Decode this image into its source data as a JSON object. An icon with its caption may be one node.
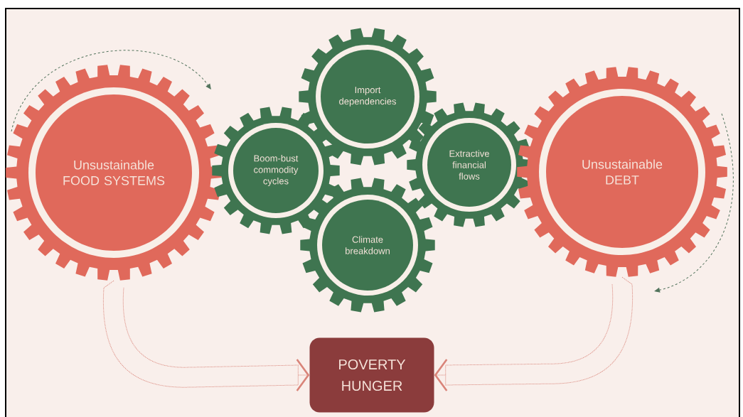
{
  "diagram": {
    "nodes": [
      {
        "text": [
          "Unsustainable FOOD SYSTEMS"
        ]
      },
      {
        "text": [
          "Boom-bust commodity cycles"
        ]
      },
      {
        "text": [
          "Import dependencies"
        ]
      },
      {
        "text": [
          "Climate breakdown"
        ]
      },
      {
        "text": [
          "Extractive financial flows"
        ]
      },
      {
        "text": [
          "Unsustainable DEBT"
        ]
      },
      {
        "text": [
          "POVERTY HUNGER"
        ]
      }
    ],
    "edges": [
      {
        "from": 0,
        "to": 6,
        "arrow": "to",
        "style": "dashed"
      },
      {
        "from": 5,
        "to": 6,
        "arrow": "to",
        "style": "dashed"
      }
    ]
  }
}
